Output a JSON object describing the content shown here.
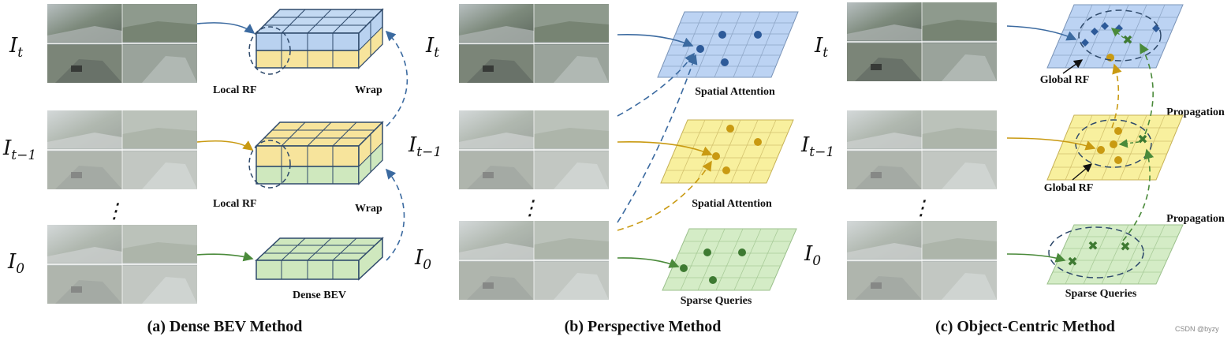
{
  "colors": {
    "blue": "#b9d2f0",
    "blue_stroke": "#4a6d94",
    "yellow": "#f7ec9c",
    "yellow_stroke": "#b79a2e",
    "green": "#cfeac0",
    "green_stroke": "#5a8a50",
    "dark_blue": "#2d5a99",
    "gold": "#c99a12",
    "dark_green": "#4a8a3a"
  },
  "frames": {
    "t": {
      "base": "I",
      "sub": "t"
    },
    "t1": {
      "base": "I",
      "sub": "t−1"
    },
    "t0": {
      "base": "I",
      "sub": "0"
    },
    "ellipsis": "⋮"
  },
  "panel_a": {
    "caption": "(a) Dense BEV Method",
    "local_rf_top": "Local RF",
    "local_rf_mid": "Local RF",
    "wrap_top": "Wrap",
    "wrap_mid": "Wrap",
    "dense_bev": "Dense BEV"
  },
  "panel_b": {
    "caption": "(b) Perspective Method",
    "spatial_attention_top": "Spatial Attention",
    "spatial_attention_mid": "Spatial Attention",
    "sparse_queries": "Sparse Queries"
  },
  "panel_c": {
    "caption": "(c) Object-Centric Method",
    "global_rf_top": "Global RF",
    "global_rf_mid": "Global RF",
    "propagation_top": "Propagation",
    "propagation_mid": "Propagation",
    "sparse_queries": "Sparse Queries"
  },
  "watermark": "CSDN @byzy"
}
